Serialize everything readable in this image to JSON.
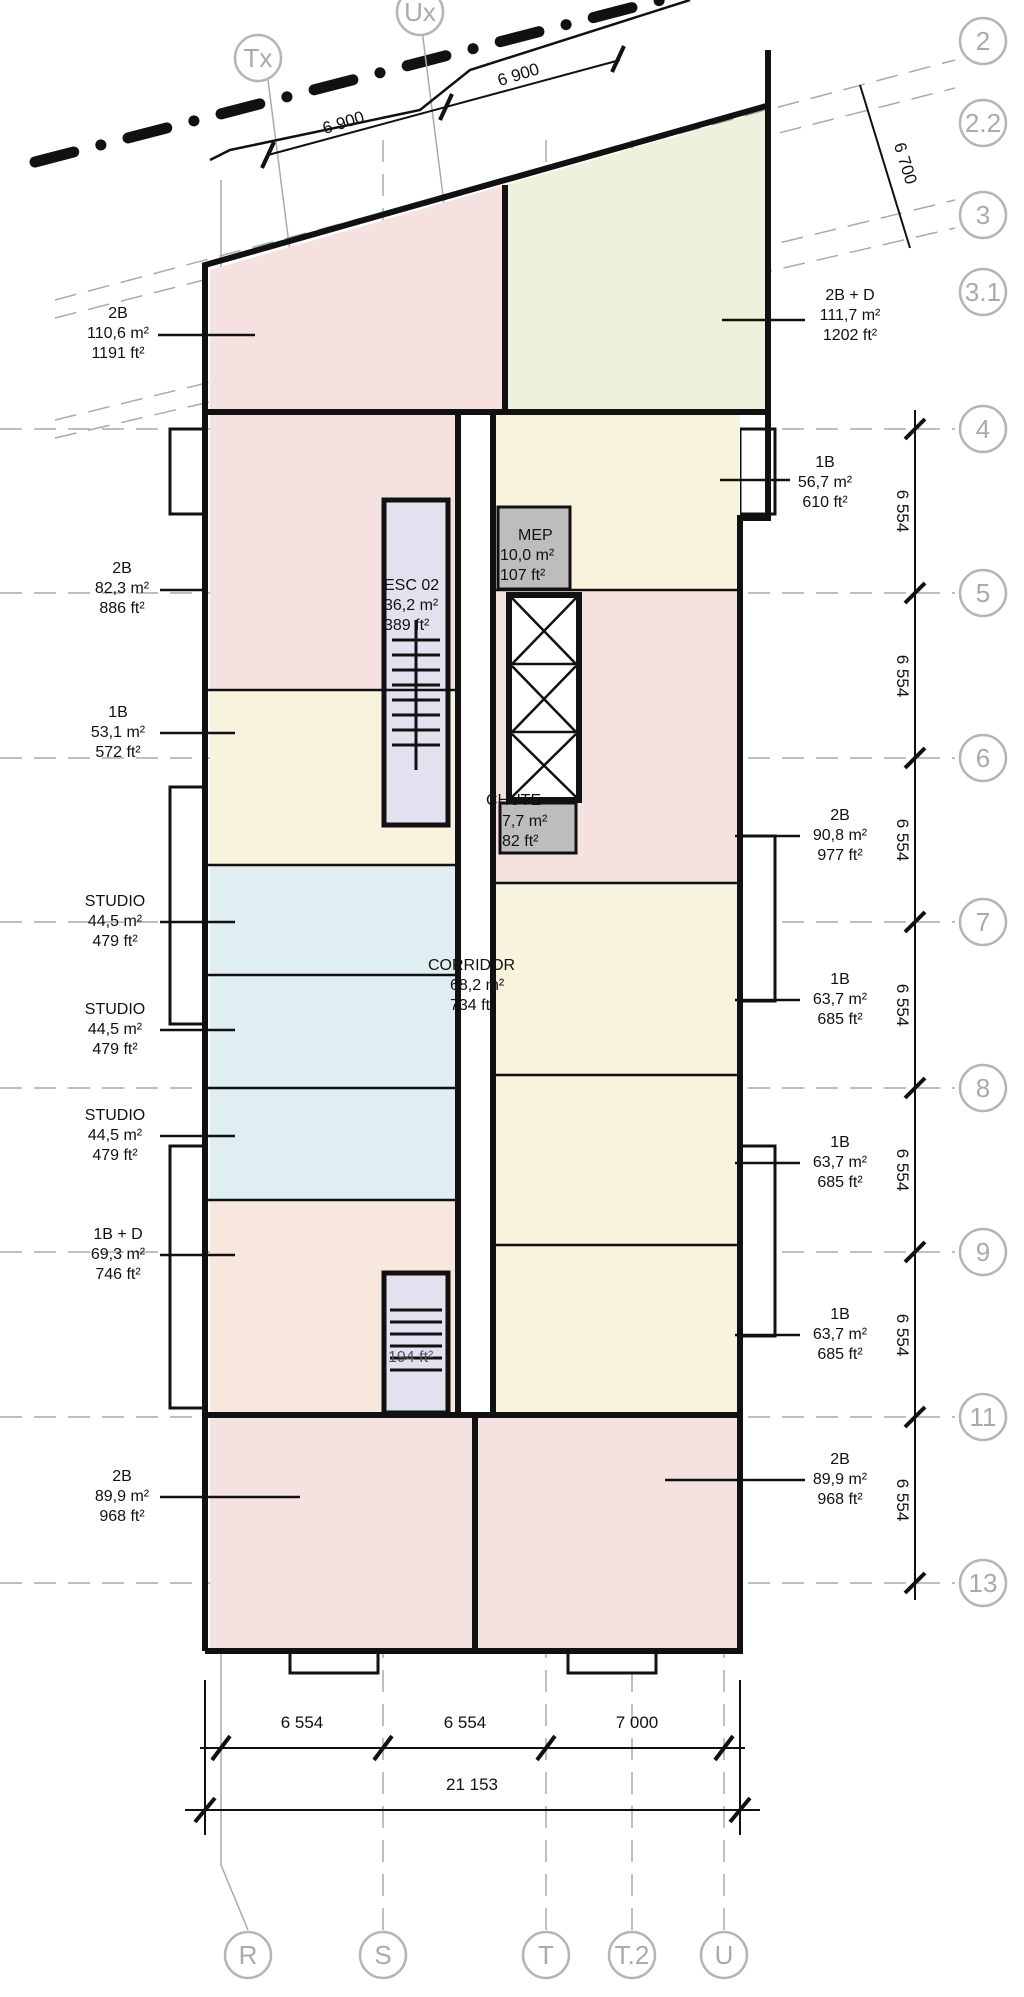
{
  "grid": {
    "rows": [
      "2",
      "2.2",
      "3",
      "3.1",
      "4",
      "5",
      "6",
      "7",
      "8",
      "9",
      "11",
      "13"
    ],
    "columns": [
      "R",
      "S",
      "T",
      "T.2",
      "U"
    ],
    "skewed_columns": [
      "Tx",
      "Ux"
    ]
  },
  "dimensions": {
    "top": [
      "6 900",
      "6 900"
    ],
    "top_right": "6 700",
    "right": [
      "6 554",
      "6 554",
      "6 554",
      "6 554",
      "6 554",
      "6 554",
      "6 554"
    ],
    "bottom": [
      "6 554",
      "6 554",
      "7 000"
    ],
    "bottom_total": "21 153"
  },
  "units": [
    {
      "type": "2B",
      "area_m2": "110,6 m²",
      "area_ft2": "1191 ft²",
      "color": "#f6e1e1"
    },
    {
      "type": "2B + D",
      "area_m2": "111,7 m²",
      "area_ft2": "1202 ft²",
      "color": "#eef2dc"
    },
    {
      "type": "1B",
      "area_m2": "56,7 m²",
      "area_ft2": "610 ft²",
      "color": "#f7f3dc"
    },
    {
      "type": "2B",
      "area_m2": "82,3 m²",
      "area_ft2": "886 ft²",
      "color": "#f6e1e1"
    },
    {
      "type": "1B",
      "area_m2": "53,1 m²",
      "area_ft2": "572 ft²",
      "color": "#f7f3dc"
    },
    {
      "type": "2B",
      "area_m2": "90,8 m²",
      "area_ft2": "977 ft²",
      "color": "#f6e1e1"
    },
    {
      "type": "STUDIO",
      "area_m2": "44,5 m²",
      "area_ft2": "479 ft²",
      "color": "#dfeef0"
    },
    {
      "type": "1B",
      "area_m2": "63,7 m²",
      "area_ft2": "685 ft²",
      "color": "#f7f3dc"
    },
    {
      "type": "STUDIO",
      "area_m2": "44,5 m²",
      "area_ft2": "479 ft²",
      "color": "#dfeef0"
    },
    {
      "type": "STUDIO",
      "area_m2": "44,5 m²",
      "area_ft2": "479 ft²",
      "color": "#dfeef0"
    },
    {
      "type": "1B",
      "area_m2": "63,7 m²",
      "area_ft2": "685 ft²",
      "color": "#f7f3dc"
    },
    {
      "type": "1B + D",
      "area_m2": "69,3 m²",
      "area_ft2": "746 ft²",
      "color": "#f8e7dd"
    },
    {
      "type": "1B",
      "area_m2": "63,7 m²",
      "area_ft2": "685 ft²",
      "color": "#f7f3dc"
    },
    {
      "type": "2B",
      "area_m2": "89,9 m²",
      "area_ft2": "968 ft²",
      "color": "#f6e1e1"
    },
    {
      "type": "2B",
      "area_m2": "89,9 m²",
      "area_ft2": "968 ft²",
      "color": "#f6e1e1"
    }
  ],
  "core": {
    "mep": {
      "name": "MEP",
      "area_m2": "10,0 m²",
      "area_ft2": "107 ft²"
    },
    "stair_02": {
      "name": "ESC 02",
      "area_m2": "36,2 m²",
      "area_ft2": "389 ft²"
    },
    "chute": {
      "name": "CHUTE",
      "area_m2": "7,7 m²",
      "area_ft2": "82 ft²"
    },
    "corridor": {
      "name": "CORRIDOR",
      "area_m2": "68,2 m²",
      "area_ft2": "734 ft²"
    },
    "stair_01": {
      "area_ft2": "194 ft²"
    }
  },
  "colors": {
    "stair": "#e3e1f0",
    "service": "#bdbdbd",
    "grid": "#aaaaaa"
  }
}
